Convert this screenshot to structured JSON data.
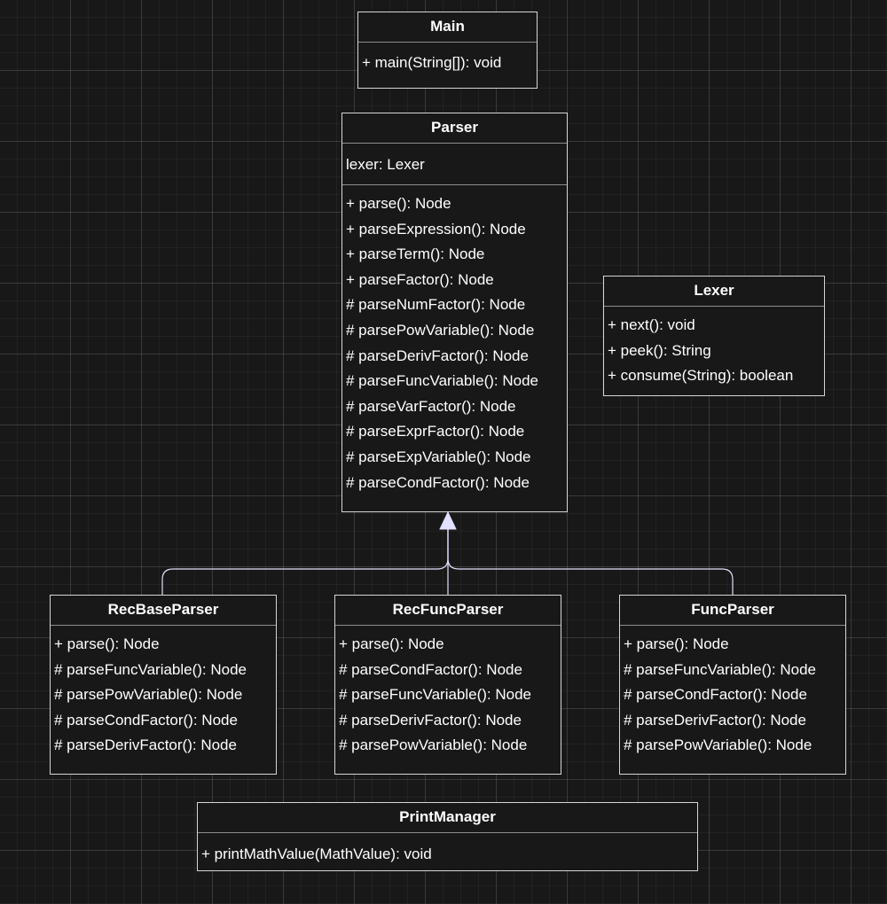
{
  "classes": {
    "main": {
      "name": "Main",
      "methods": [
        "+ main(String[]): void"
      ]
    },
    "parser": {
      "name": "Parser",
      "attributes": [
        "lexer: Lexer"
      ],
      "methods": [
        "+ parse(): Node",
        "+ parseExpression(): Node",
        "+ parseTerm(): Node",
        "+ parseFactor(): Node",
        "# parseNumFactor(): Node",
        "# parsePowVariable(): Node",
        "# parseDerivFactor(): Node",
        "# parseFuncVariable(): Node",
        "# parseVarFactor(): Node",
        "# parseExprFactor(): Node",
        "# parseExpVariable(): Node",
        "# parseCondFactor(): Node"
      ]
    },
    "lexer": {
      "name": "Lexer",
      "methods": [
        "+ next(): void",
        "+ peek(): String",
        "+ consume(String): boolean"
      ]
    },
    "recBaseParser": {
      "name": "RecBaseParser",
      "methods": [
        "+ parse(): Node",
        "# parseFuncVariable(): Node",
        "# parsePowVariable(): Node",
        "# parseCondFactor(): Node",
        "# parseDerivFactor(): Node"
      ]
    },
    "recFuncParser": {
      "name": "RecFuncParser",
      "methods": [
        "+ parse(): Node",
        "# parseCondFactor(): Node",
        "# parseFuncVariable(): Node",
        "# parseDerivFactor(): Node",
        "# parsePowVariable(): Node"
      ]
    },
    "funcParser": {
      "name": "FuncParser",
      "methods": [
        "+ parse(): Node",
        "# parseFuncVariable(): Node",
        "# parseCondFactor(): Node",
        "# parseDerivFactor(): Node",
        "# parsePowVariable(): Node"
      ]
    },
    "printManager": {
      "name": "PrintManager",
      "methods": [
        "+ printMathValue(MathValue): void"
      ]
    }
  },
  "colors": {
    "background": "#181818",
    "box_border": "#d6d6d6",
    "text": "#ffffff",
    "inheritance_edge": "#e0e0ff"
  }
}
